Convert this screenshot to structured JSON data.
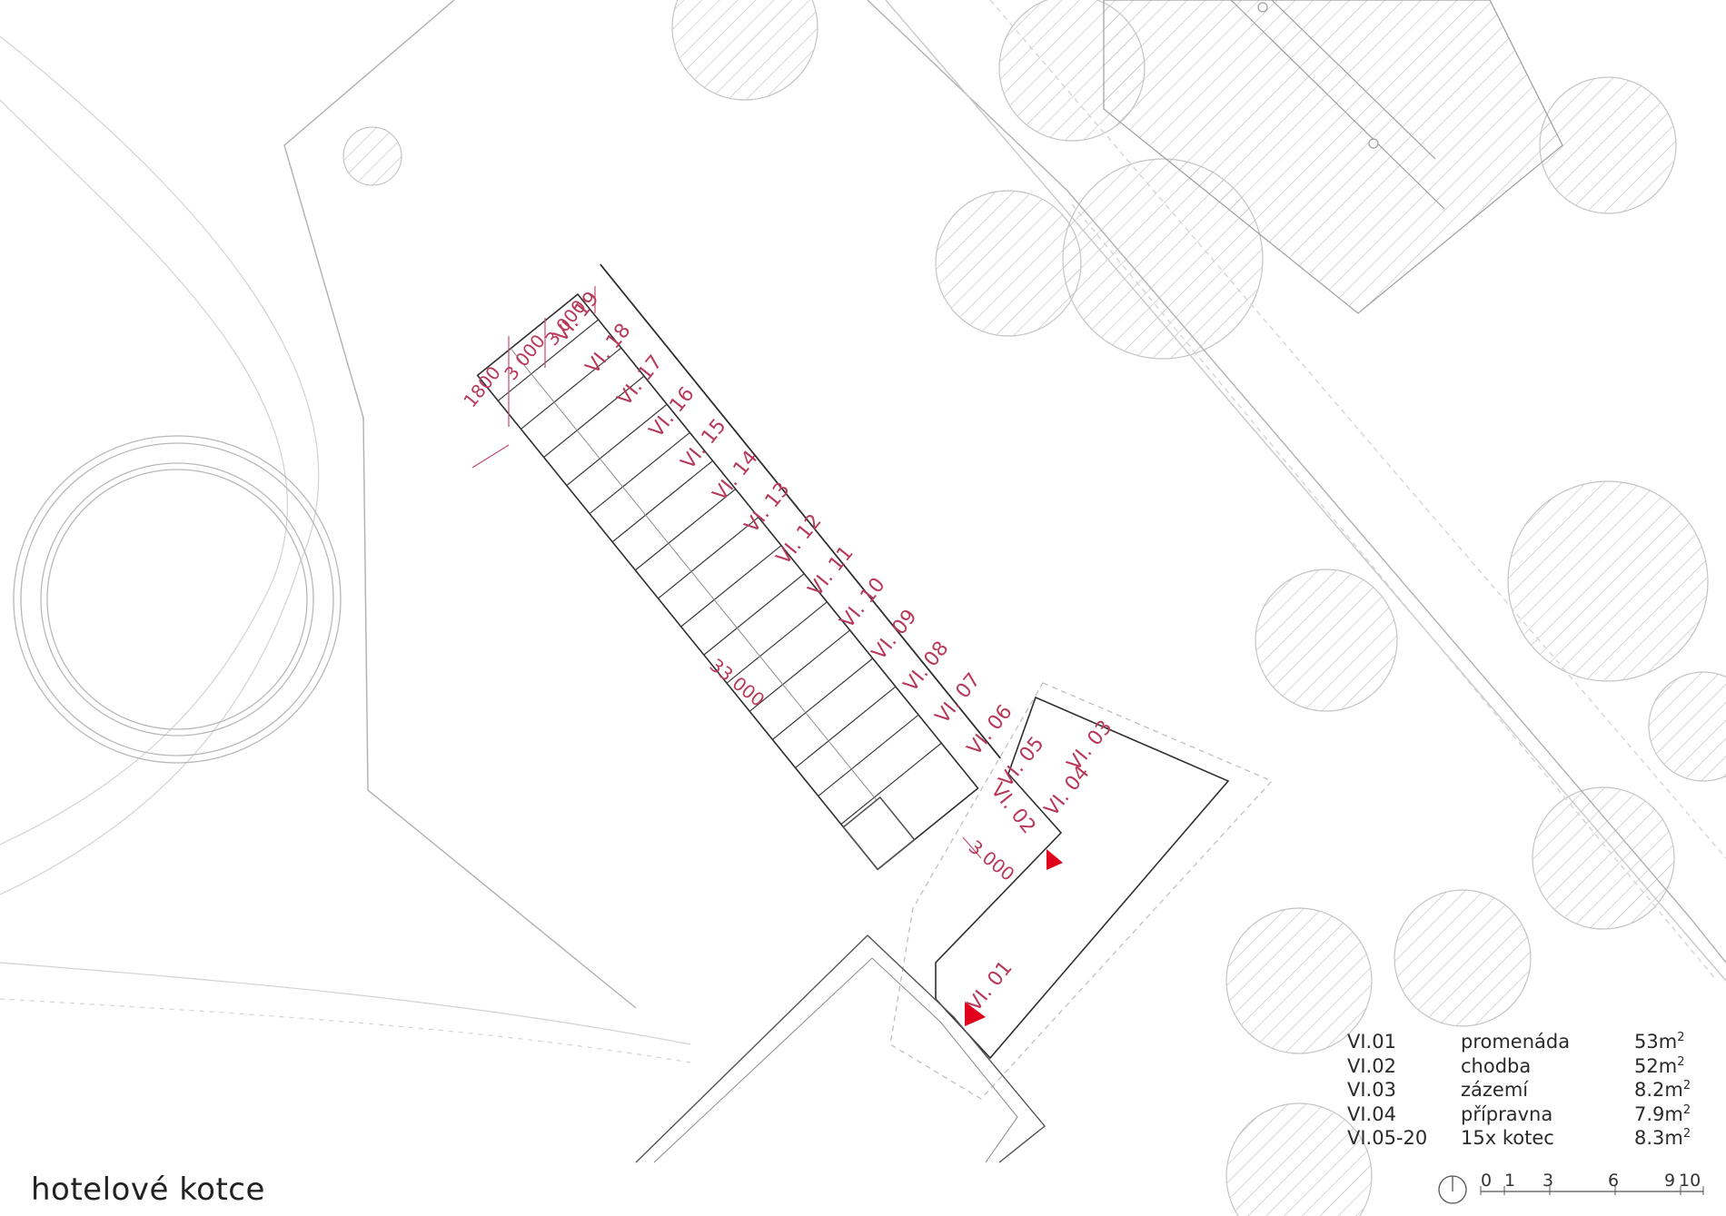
{
  "title": "hotelové kotce",
  "units": [
    "VI. 01",
    "VI. 02",
    "VI. 03",
    "VI. 04",
    "VI. 05",
    "VI. 06",
    "VI. 07",
    "VI. 08",
    "VI. 09",
    "VI. 10",
    "VI. 11",
    "VI. 12",
    "VI. 13",
    "VI. 14",
    "VI. 15",
    "VI. 16",
    "VI. 17",
    "VI. 18",
    "VI. 19"
  ],
  "dimensions": [
    "1800",
    "3 000",
    "3 000",
    "33 000",
    "3 000"
  ],
  "legend": {
    "rows": [
      {
        "code": "VI.01",
        "name": "promenáda",
        "area": "53m",
        "unit_sup": "2"
      },
      {
        "code": "VI.02",
        "name": "chodba",
        "area": "52m",
        "unit_sup": "2"
      },
      {
        "code": "VI.03",
        "name": "zázemí",
        "area": "8.2m",
        "unit_sup": "2"
      },
      {
        "code": "VI.04",
        "name": "přípravna",
        "area": "7.9m",
        "unit_sup": "2"
      },
      {
        "code": "VI.05-20",
        "name": "15x kotec",
        "area": "8.3m",
        "unit_sup": "2"
      }
    ]
  },
  "scale_bar": {
    "ticks": [
      "0",
      "1",
      "3",
      "6",
      "9",
      "10"
    ]
  },
  "colors": {
    "accent": "#b8395a",
    "marker": "#e0001b",
    "linework": "#3a3a3a",
    "context": "#c8c8c8"
  }
}
